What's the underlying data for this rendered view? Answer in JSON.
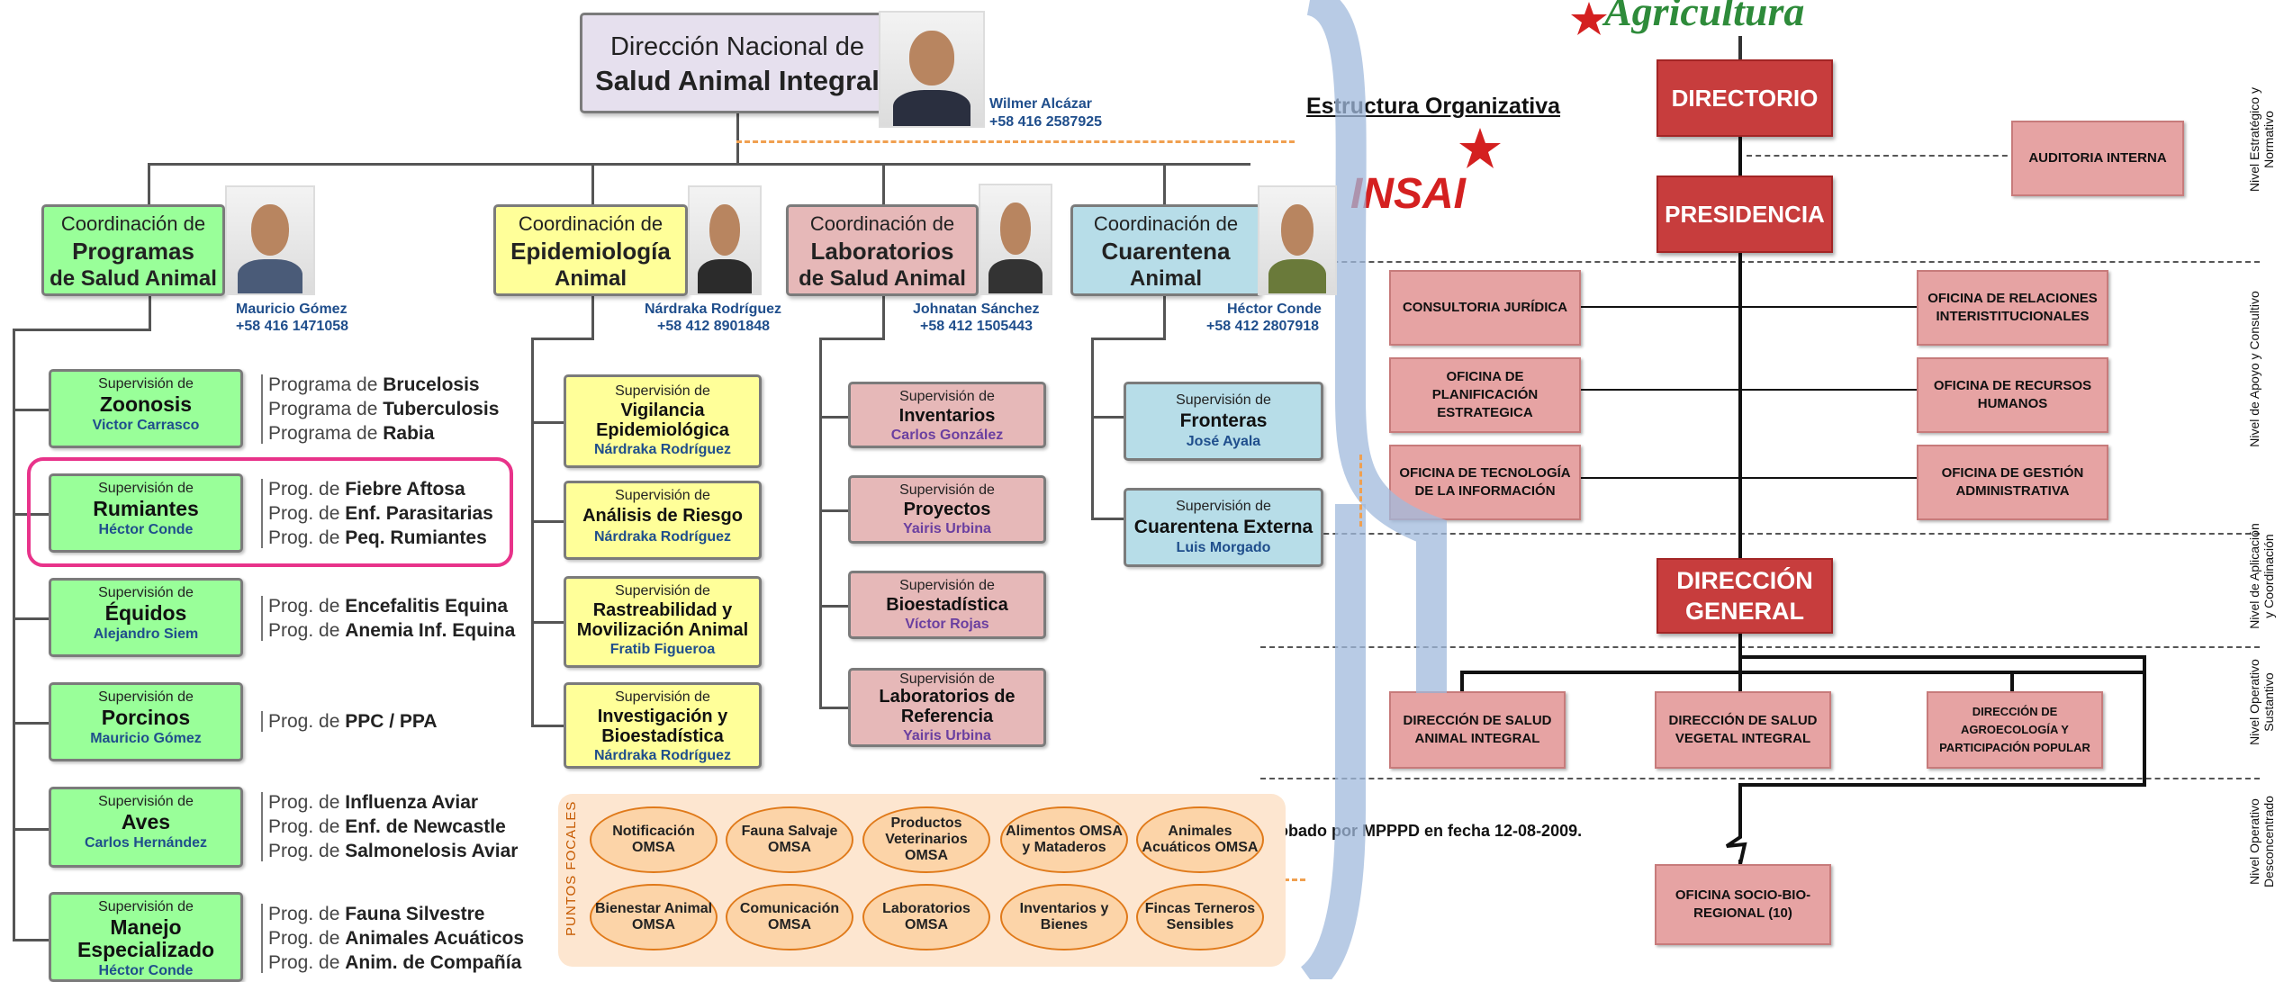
{
  "top": {
    "line1": "Dirección Nacional de",
    "line2": "Salud Animal Integral",
    "person_name": "Wilmer Alcázar",
    "person_phone": "+58 416 2587925"
  },
  "coordinations": [
    {
      "l1": "Coordinación de",
      "l2": "Programas",
      "l3": "de Salud Animal",
      "name": "Mauricio Gómez",
      "phone": "+58 416 1471058"
    },
    {
      "l1": "Coordinación de",
      "l2": "Epidemiología",
      "l3": "Animal",
      "name": "Nárdraka Rodríguez",
      "phone": "+58 412 8901848"
    },
    {
      "l1": "Coordinación de",
      "l2": "Laboratorios",
      "l3": "de Salud Animal",
      "name": "Johnatan Sánchez",
      "phone": "+58 412 1505443"
    },
    {
      "l1": "Coordinación de",
      "l2": "Cuarentena",
      "l3": "Animal",
      "name": "Héctor Conde",
      "phone": "+58 412 2807918"
    }
  ],
  "programas_sups": [
    {
      "title": "Supervisión de",
      "name": "Zoonosis",
      "person": "Victor Carrasco",
      "progs": [
        [
          "Programa de ",
          "Brucelosis"
        ],
        [
          "Programa de ",
          "Tuberculosis"
        ],
        [
          "Programa de ",
          "Rabia"
        ]
      ]
    },
    {
      "title": "Supervisión de",
      "name": "Rumiantes",
      "person": "Héctor Conde",
      "progs": [
        [
          "Prog. de ",
          "Fiebre Aftosa"
        ],
        [
          "Prog. de ",
          "Enf. Parasitarias"
        ],
        [
          "Prog. de ",
          "Peq. Rumiantes"
        ]
      ]
    },
    {
      "title": "Supervisión de",
      "name": "Équidos",
      "person": "Alejandro Siem",
      "progs": [
        [
          "Prog. de ",
          "Encefalitis Equina"
        ],
        [
          "Prog. de ",
          "Anemia Inf. Equina"
        ]
      ]
    },
    {
      "title": "Supervisión de",
      "name": "Porcinos",
      "person": "Mauricio Gómez",
      "progs": [
        [
          "Prog. de ",
          "PPC / PPA"
        ]
      ]
    },
    {
      "title": "Supervisión de",
      "name": "Aves",
      "person": "Carlos Hernández",
      "progs": [
        [
          "Prog. de ",
          "Influenza Aviar"
        ],
        [
          "Prog. de ",
          "Enf. de Newcastle"
        ],
        [
          "Prog. de ",
          "Salmonelosis Aviar"
        ]
      ]
    },
    {
      "title": "Supervisión de",
      "name": "Manejo Especializado",
      "person": "Héctor Conde",
      "progs": [
        [
          "Prog. de ",
          "Fauna Silvestre"
        ],
        [
          "Prog. de ",
          "Animales Acuáticos"
        ],
        [
          "Prog. de ",
          "Anim. de Compañía"
        ]
      ]
    }
  ],
  "epi_sups": [
    {
      "title": "Supervisión de",
      "name": "Vigilancia Epidemiológica",
      "person": "Nárdraka Rodríguez"
    },
    {
      "title": "Supervisión de",
      "name": "Análisis de Riesgo",
      "person": "Nárdraka Rodríguez"
    },
    {
      "title": "Supervisión de",
      "name": "Rastreabilidad y Movilización Animal",
      "person": "Fratib Figueroa"
    },
    {
      "title": "Supervisión de",
      "name": "Investigación y Bioestadística",
      "person": "Nárdraka Rodríguez"
    }
  ],
  "lab_sups": [
    {
      "title": "Supervisión de",
      "name": "Inventarios",
      "person": "Carlos González"
    },
    {
      "title": "Supervisión de",
      "name": "Proyectos",
      "person": "Yairis Urbina"
    },
    {
      "title": "Supervisión de",
      "name": "Bioestadística",
      "person": "Víctor Rojas"
    },
    {
      "title": "Supervisión de",
      "name": "Laboratorios de Referencia",
      "person": "Yairis Urbina"
    }
  ],
  "cuar_sups": [
    {
      "title": "Supervisión de",
      "name": "Fronteras",
      "person": "José Ayala"
    },
    {
      "title": "Supervisión de",
      "name": "Cuarentena Externa",
      "person": "Luis Morgado"
    }
  ],
  "focal": {
    "label": "PUNTOS FOCALES",
    "ovals": [
      "Notificación OMSA",
      "Fauna Salvaje OMSA",
      "Productos Veterinarios OMSA",
      "Alimentos OMSA y Mataderos",
      "Animales Acuáticos OMSA",
      "Bienestar Animal OMSA",
      "Comunicación OMSA",
      "Laboratorios OMSA",
      "Inventarios y Bienes",
      "Fincas Terneros Sensibles"
    ]
  },
  "right": {
    "agricultura": "Agricultura",
    "estructura": "Estructura Organizativa",
    "insai": "INSAI",
    "approved": "obado por MPPPD en fecha 12-08-2009.",
    "directorio": "DIRECTORIO",
    "auditoria": "AUDITORIA INTERNA",
    "presidencia": "PRESIDENCIA",
    "consultoria": "CONSULTORIA JURÍDICA",
    "relaciones": "OFICINA DE RELACIONES INTERISTITUCIONALES",
    "planificacion": "OFICINA DE PLANIFICACIÓN ESTRATEGICA",
    "rrhh": "OFICINA DE RECURSOS HUMANOS",
    "tecnologia": "OFICINA DE TECNOLOGÍA DE LA INFORMACIÓN",
    "gestion": "OFICINA DE GESTIÓN ADMINISTRATIVA",
    "direccion_general": "DIRECCIÓN GENERAL",
    "dir_animal": "DIRECCIÓN DE SALUD ANIMAL INTEGRAL",
    "dir_vegetal": "DIRECCIÓN DE SALUD VEGETAL INTEGRAL",
    "dir_agroeco": "DIRECCIÓN DE AGROECOLOGÍA Y PARTICIPACIÓN POPULAR",
    "oficina_regional": "OFICINA SOCIO-BIO-REGIONAL (10)",
    "levels": [
      "Nivel Estratégico y Normativo",
      "Nivel de Apoyo y Consultivo",
      "Nivel de Aplicación y Coordinación",
      "Nivel Operativo Sustantivo",
      "Nivel Operativo Desconcentrado"
    ]
  }
}
